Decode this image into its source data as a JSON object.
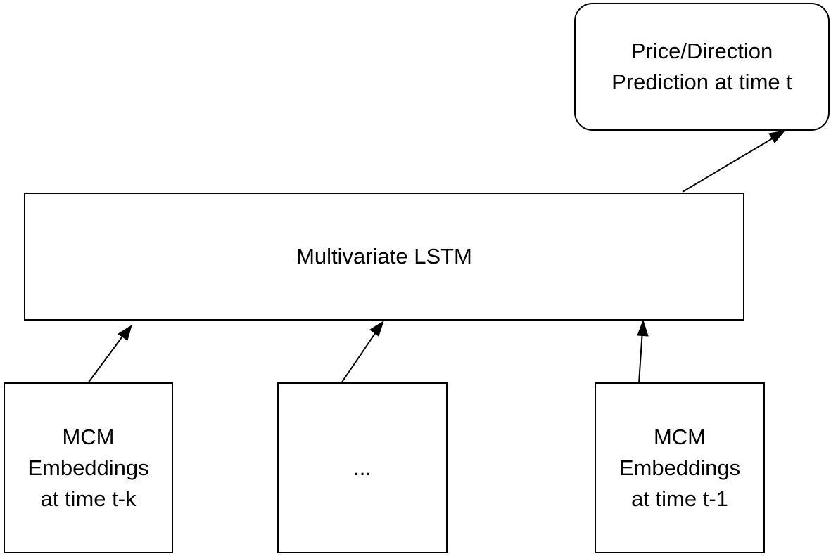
{
  "diagram": {
    "output": {
      "label": "Price/Direction\nPrediction at time t"
    },
    "model": {
      "label": "Multivariate LSTM"
    },
    "inputs": [
      {
        "label": "MCM\nEmbeddings\nat time t-k"
      },
      {
        "label": "..."
      },
      {
        "label": "MCM\nEmbeddings\nat time t-1"
      }
    ]
  }
}
